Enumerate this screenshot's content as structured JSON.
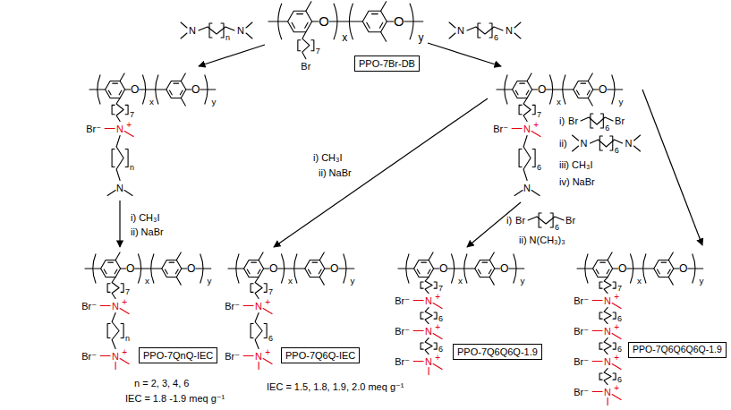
{
  "diagram": {
    "nodes": [
      {
        "text": [
          "PPO-7Br-DB"
        ]
      },
      {
        "text": [
          "PPO-7QnQ-IEC"
        ]
      },
      {
        "text": [
          "PPO-7Q6Q-IEC"
        ]
      },
      {
        "text": [
          "PPO-7Q6Q6Q-1.9"
        ]
      },
      {
        "text": [
          "PPO-7Q6Q6Q6Q-1.9"
        ]
      }
    ],
    "labels": [
      "O",
      "x",
      "O",
      "y",
      "7",
      "Br",
      "N",
      "n",
      "N",
      "N",
      "6",
      "N",
      "O",
      "x",
      "O",
      "y",
      "7",
      "Br⁻",
      "+",
      "N",
      "n",
      "N",
      "O",
      "x",
      "O",
      "y",
      "7",
      "Br⁻",
      "+",
      "N",
      "6",
      "N",
      "i) CH₃I",
      "ii) NaBr",
      "i) CH₃I",
      "ii) NaBr",
      "i)",
      "Br",
      "6",
      "Br",
      "ii) N(CH₃)₃",
      "i)",
      "Br",
      "6",
      "Br",
      "ii)",
      "N",
      "6",
      "N",
      "iii) CH₃I",
      "iv) NaBr",
      "O",
      "x",
      "O",
      "y",
      "7",
      "Br⁻",
      "+",
      "N",
      "n",
      "Br⁻",
      "+",
      "N",
      "n = 2, 3, 4, 6",
      "IEC = 1.8 -1.9 meq g⁻¹",
      "O",
      "x",
      "O",
      "y",
      "7",
      "Br⁻",
      "+",
      "N",
      "6",
      "Br⁻",
      "+",
      "N",
      "IEC = 1.5, 1.8, 1.9, 2.0 meq g⁻¹",
      "O",
      "x",
      "O",
      "y",
      "7",
      "Br⁻",
      "+",
      "N",
      "6",
      "Br⁻",
      "+",
      "N",
      "6",
      "Br⁻",
      "+",
      "N",
      "O",
      "x",
      "O",
      "y",
      "7",
      "Br⁻",
      "+",
      "N",
      "6",
      "Br⁻",
      "+",
      "N",
      "6",
      "Br⁻",
      "+",
      "N",
      "6",
      "Br⁻",
      "+",
      "N"
    ]
  }
}
